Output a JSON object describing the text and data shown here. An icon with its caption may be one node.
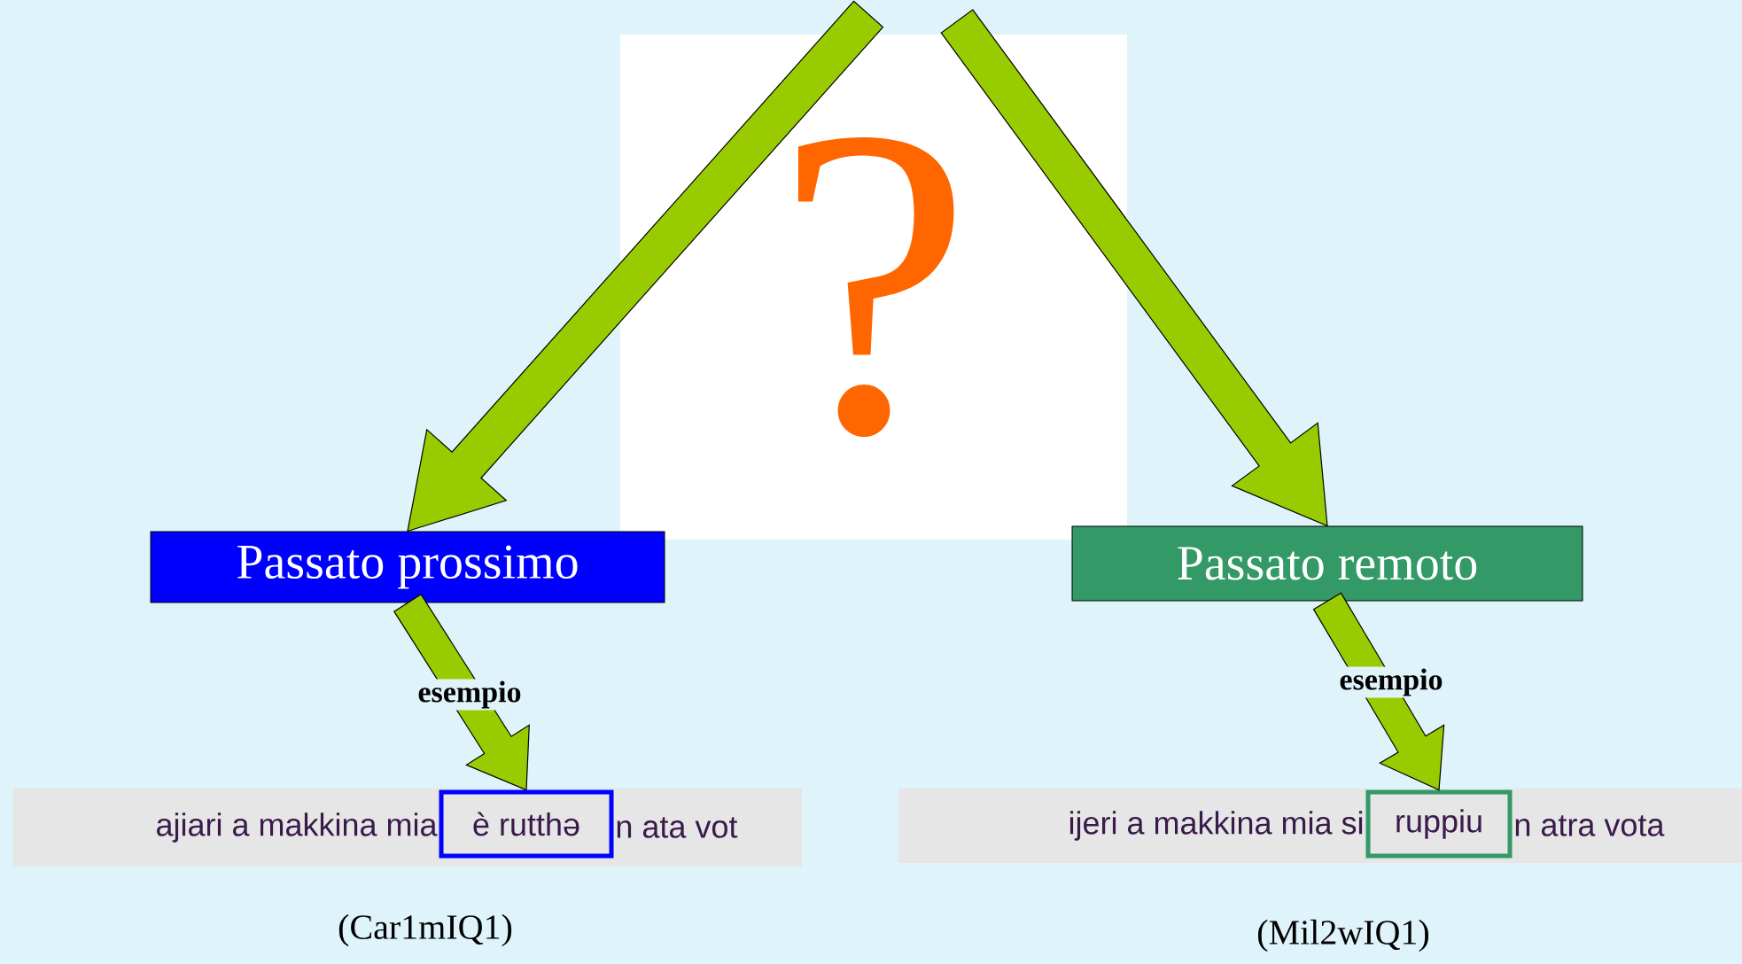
{
  "diagram": {
    "nodes": [
      {
        "text": [
          "?"
        ]
      },
      {
        "text": [
          "Passato prossimo"
        ]
      },
      {
        "text": [
          "Passato remoto"
        ]
      },
      {
        "text": [
          "ajiari a makkina mia",
          "n ata vot"
        ],
        "beside": [
          "(Car1mIQ1)"
        ]
      },
      {
        "text": [
          "è rutthə"
        ],
        "in": 3
      },
      {
        "text": [
          "ijeri a makkina mia si",
          "n atra vota"
        ],
        "beside": [
          "(Mil2wIQ1)"
        ]
      },
      {
        "text": [
          "ruppiu"
        ],
        "in": 5
      }
    ],
    "edges": [
      {
        "from": null,
        "to": 1,
        "arrow": "to"
      },
      {
        "from": null,
        "to": 2,
        "arrow": "to"
      },
      {
        "from": 1,
        "to": 4,
        "arrow": "to",
        "label": "esempio"
      },
      {
        "from": 2,
        "to": 6,
        "arrow": "to",
        "label": "esempio"
      }
    ]
  }
}
